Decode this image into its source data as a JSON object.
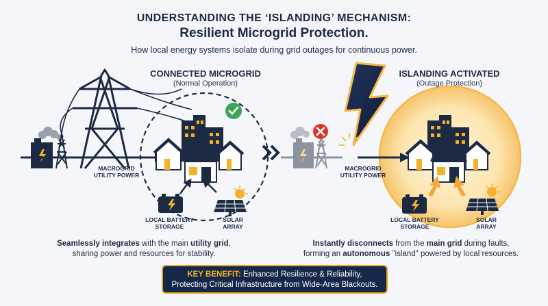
{
  "title": {
    "line1": "UNDERSTANDING THE ‘ISLANDING’ MECHANISM:",
    "line2": "Resilient Microgrid Protection.",
    "subtitle": "How local energy systems isolate during grid outages for continuous power."
  },
  "left_panel": {
    "heading": "CONNECTED MICROGRID",
    "caption": "(Normal Operation)",
    "macrogrid_label_1": "MACROGRID",
    "macrogrid_label_2": "UTILITY POWER",
    "battery_label_1": "LOCAL BATTERY",
    "battery_label_2": "STORAGE",
    "solar_label_1": "SOLAR",
    "solar_label_2": "ARRAY",
    "desc_bold_1": "Seamlessly integrates",
    "desc_text_1": " with the main ",
    "desc_bold_2": "utility grid",
    "desc_text_2": ",",
    "desc_line2": "sharing power and resources for stability."
  },
  "right_panel": {
    "heading": "ISLANDING ACTIVATED",
    "caption": "(Outage Protection)",
    "macrogrid_label_1": "MACROGRID",
    "macrogrid_label_2": "UTILITY POWER",
    "battery_label_1": "LOCAL BATTERY",
    "battery_label_2": "STORAGE",
    "solar_label_1": "SOLAR",
    "solar_label_2": "ARRAY",
    "desc_bold_1": "Instantly disconnects",
    "desc_text_1": " from the ",
    "desc_bold_2": "main grid",
    "desc_text_2": " during faults,",
    "desc_line2_a": "forming an ",
    "desc_line2_bold": "autonomous",
    "desc_line2_b": " \"island\" powered by local resources."
  },
  "benefit": {
    "key": "KEY BENEFIT:",
    "line1": " Enhanced Resilience & Reliability,",
    "line2": "Protecting Critical Infrastructure from Wide-Area Blackouts."
  },
  "colors": {
    "navy": "#1d2a44",
    "accent_orange": "#f4b22a",
    "check_green": "#3aa655",
    "fault_red": "#d9352b",
    "glow": "#ffd27a"
  }
}
